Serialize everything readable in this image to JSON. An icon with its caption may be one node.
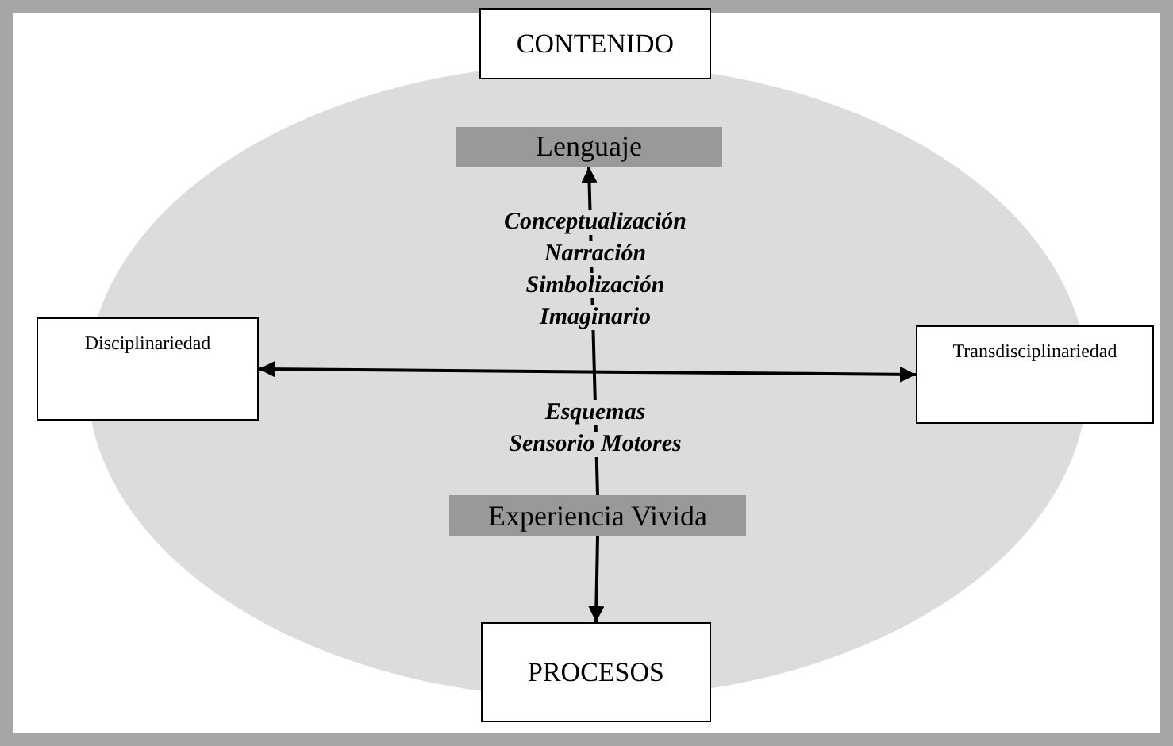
{
  "diagram": {
    "nodes": [
      {
        "text": [
          "CONTENIDO"
        ]
      },
      {
        "text": [
          "Lenguaje"
        ]
      },
      {
        "text": [
          "Disciplinariedad"
        ]
      },
      {
        "text": [
          "Transdisciplinariedad"
        ]
      },
      {
        "text": [
          "Experiencia Vivida"
        ]
      },
      {
        "text": [
          "PROCESOS"
        ]
      }
    ],
    "edges": [
      {
        "from": 4,
        "to": 1,
        "arrow": "to"
      },
      {
        "from": 4,
        "to": 5,
        "arrow": "to"
      },
      {
        "from": 2,
        "to": 3,
        "arrow": "both"
      }
    ],
    "labels": [
      "Conceptualización",
      "Narración",
      "Simbolización",
      "Imaginario",
      "Esquemas Sensorio Motores"
    ]
  }
}
